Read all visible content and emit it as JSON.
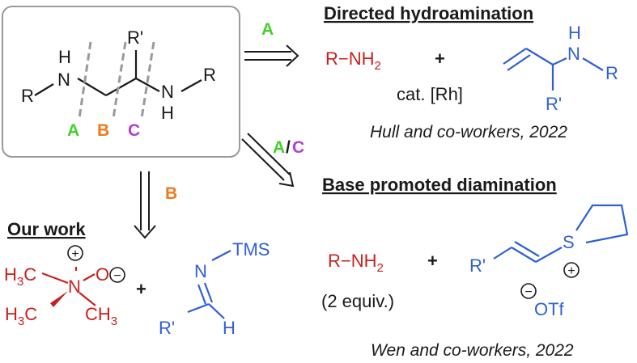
{
  "colors": {
    "black": "#1a1a1a",
    "red": "#c8201e",
    "blue": "#2f5fd6",
    "green": "#44d12a",
    "orange": "#f07a1c",
    "purple": "#b23fd6",
    "box_border": "#9a9a9a"
  },
  "target": {
    "R_left": "R",
    "NH_left_H": "H",
    "NH_left_N": "N",
    "R_prime": "R'",
    "NH_right_N": "N",
    "NH_right_H": "H",
    "R_right": "R",
    "cut_A": "A",
    "cut_B": "B",
    "cut_C": "C"
  },
  "route_A": {
    "label": "A",
    "header": "Directed hydroamination",
    "amine": "R−NH",
    "amine_sub": "2",
    "plus": "+",
    "catalyst": "cat. [Rh]",
    "allyl_H": "H",
    "allyl_N": "N",
    "allyl_R": "R",
    "allyl_Rprime": "R'",
    "citation": "Hull and co-workers, 2022"
  },
  "route_AC": {
    "label_A": "A",
    "label_slash": "/",
    "label_C": "C",
    "header": "Base promoted diamination",
    "amine": "R−NH",
    "amine_sub": "2",
    "equiv": "(2 equiv.)",
    "plus": "+",
    "vinyl_Rprime": "R'",
    "sulfur": "S",
    "sulfur_charge": "+",
    "anion_charge": "−",
    "anion": "OTf",
    "citation": "Wen and co-workers, 2022"
  },
  "route_B": {
    "label": "B",
    "header": "Our work",
    "nox_H3C_top": "H",
    "nox_3_top": "3",
    "nox_C_top": "C",
    "nox_N": "N",
    "nox_N_charge": "+",
    "nox_O": "O",
    "nox_O_charge": "−",
    "nox_H3C_bottom": "H",
    "nox_3_bottom": "3",
    "nox_C_bottom": "C",
    "nox_CH": "CH",
    "nox_3_right": "3",
    "plus": "+",
    "imine_N": "N",
    "imine_TMS": "TMS",
    "imine_Rprime": "R'",
    "imine_H": "H"
  }
}
